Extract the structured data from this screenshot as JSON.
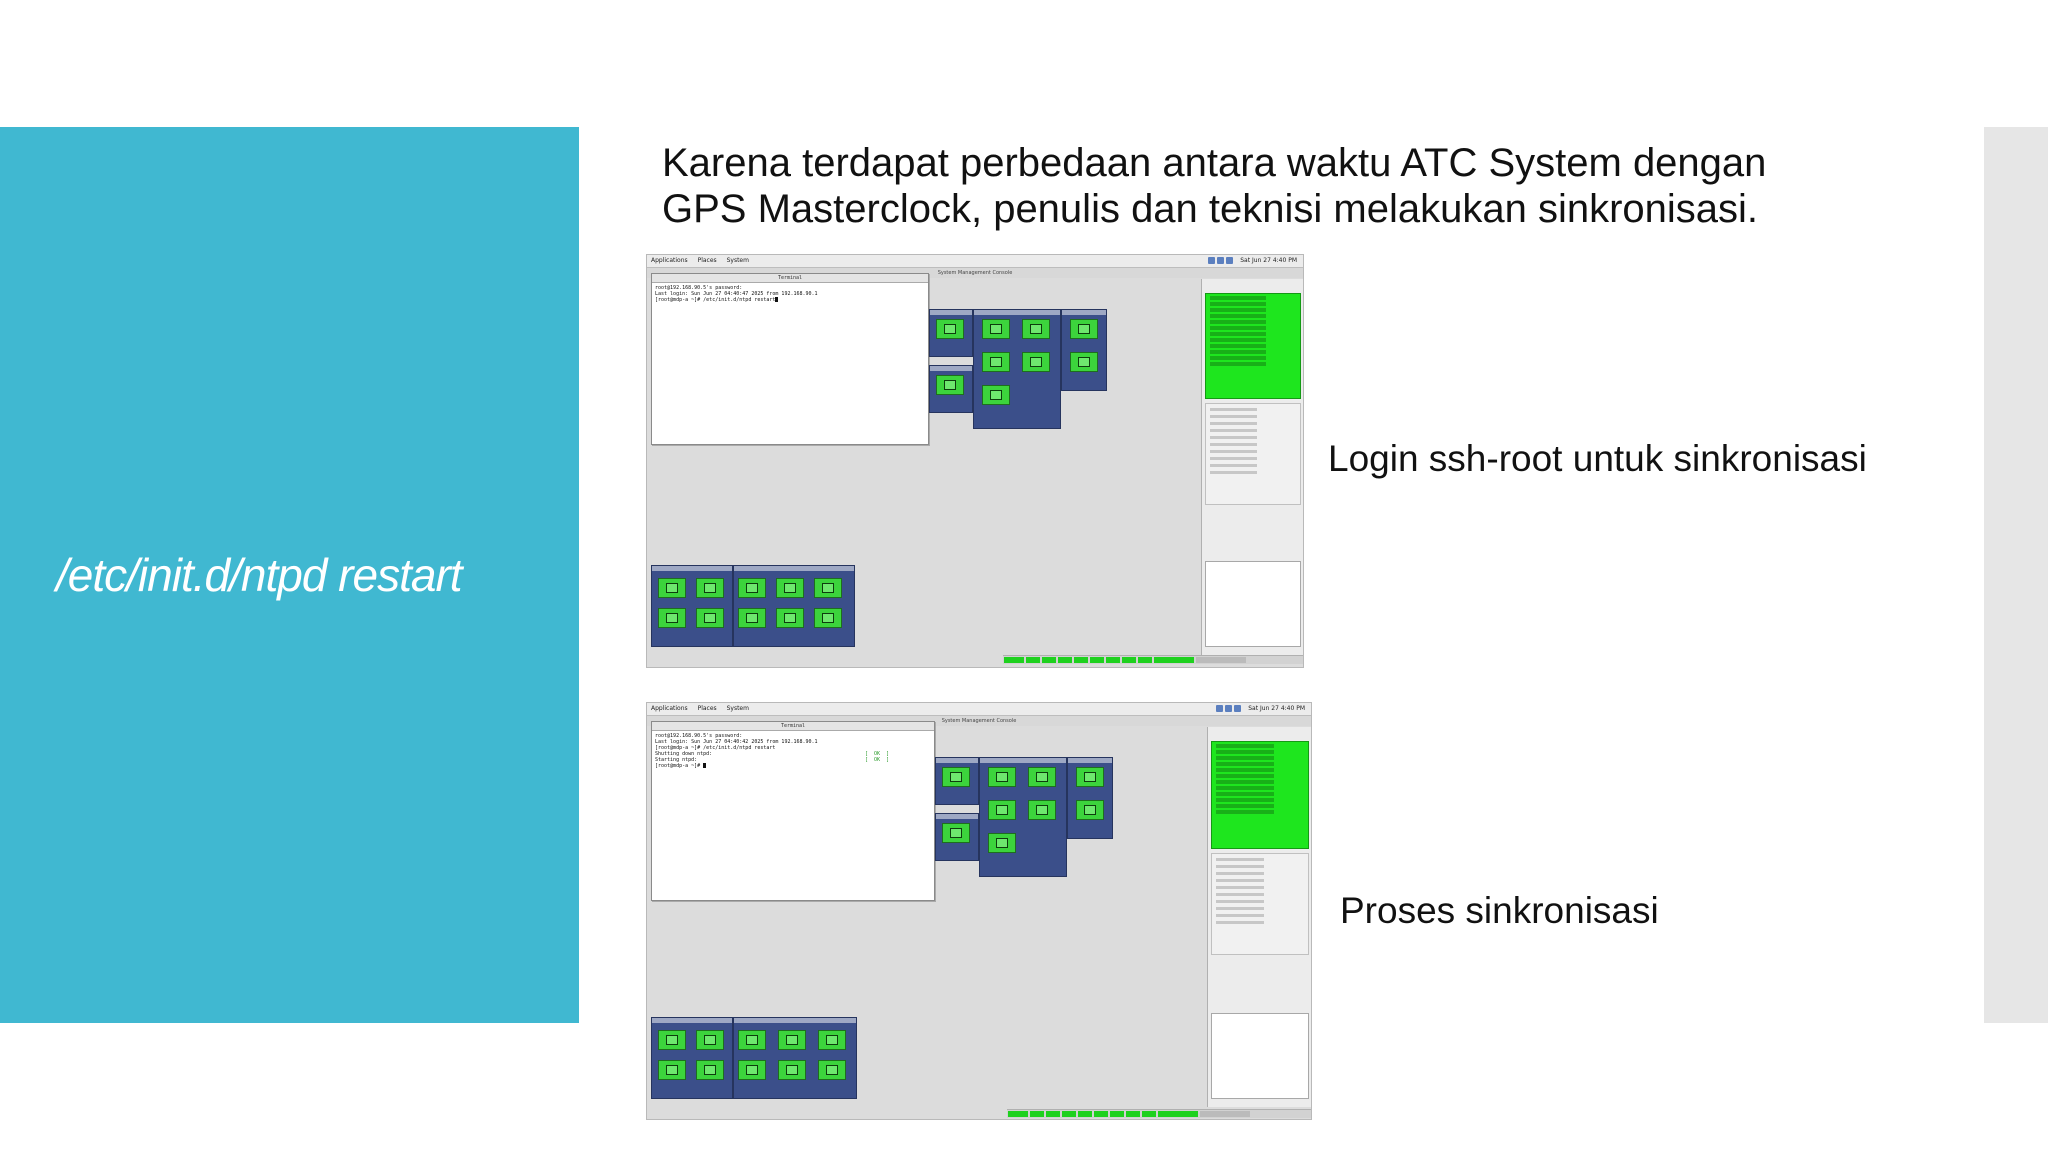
{
  "slide": {
    "left_title": "/etc/init.d/ntpd restart",
    "heading_line1": "Karena terdapat perbedaan antara waktu ATC System dengan",
    "heading_line2": "GPS Masterclock, penulis dan teknisi melakukan sinkronisasi.",
    "caption_1": "Login ssh-root untuk sinkronisasi",
    "caption_2": "Proses sinkronisasi"
  },
  "screenshot_1": {
    "menu": [
      "Applications",
      "Places",
      "System"
    ],
    "window_title": "System Management Console",
    "terminal_title": "Terminal",
    "terminal_lines": [
      "root@192.168.90.5's password:",
      "Last login: Sun Jun 27 04:40:47 2025 from 192.168.90.1",
      "[root@mdp-a ~]# /etc/init.d/ntpd restart"
    ],
    "clock": "Sat Jun 27  4:40 PM"
  },
  "screenshot_2": {
    "menu": [
      "Applications",
      "Places",
      "System"
    ],
    "window_title": "System Management Console",
    "terminal_title": "Terminal",
    "terminal_lines": [
      "root@192.168.90.5's password:",
      "Last login: Sun Jun 27 04:40:42 2025 from 192.168.90.1",
      "[root@mdp-a ~]# /etc/init.d/ntpd restart",
      "Shutting down ntpd:",
      "Starting ntpd:",
      "[root@mdp-a ~]# "
    ],
    "status_ok": "[  OK  ]",
    "clock": "Sat Jun 27  4:40 PM"
  },
  "colors": {
    "accent_teal": "#40b8d1",
    "status_green": "#1ee61e",
    "group_blue": "#3b4f8a"
  }
}
